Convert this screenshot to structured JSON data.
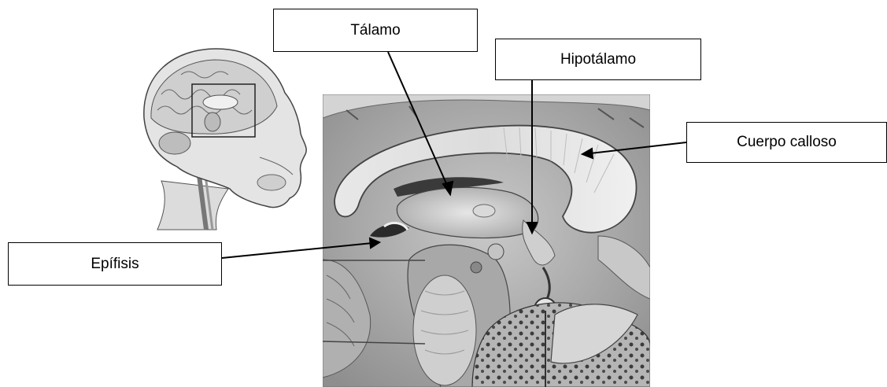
{
  "labels": {
    "talamo": "Tálamo",
    "hipotalamo": "Hipotálamo",
    "cuerpo_calloso": "Cuerpo calloso",
    "epifisis": "Epífisis"
  }
}
